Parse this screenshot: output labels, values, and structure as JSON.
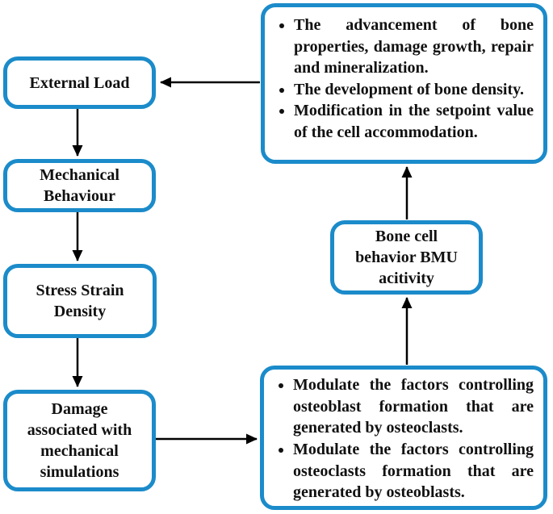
{
  "colors": {
    "box_border": "#1b8bca",
    "arrow": "#000000",
    "text": "#111111",
    "background": "#ffffff"
  },
  "nodes": {
    "external_load": {
      "label": "External Load"
    },
    "mechanical_behaviour": {
      "label": "Mechanical Behaviour"
    },
    "stress_strain_density": {
      "label": "Stress Strain Density"
    },
    "damage_simulations": {
      "label": "Damage associated with mechanical simulations"
    },
    "remodeling_effects": {
      "bullets": [
        "The advancement of bone properties, damage growth, repair and mineralization.",
        "The development of bone density.",
        "Modification in the setpoint value of the cell accommodation."
      ]
    },
    "bone_cell_behavior": {
      "label": "Bone cell behavior BMU acitivity"
    },
    "modulate_factors": {
      "bullets": [
        "Modulate the factors controlling osteoblast formation that are generated by osteoclasts.",
        "Modulate the factors controlling osteoclasts formation that are generated by osteoblasts."
      ]
    }
  }
}
